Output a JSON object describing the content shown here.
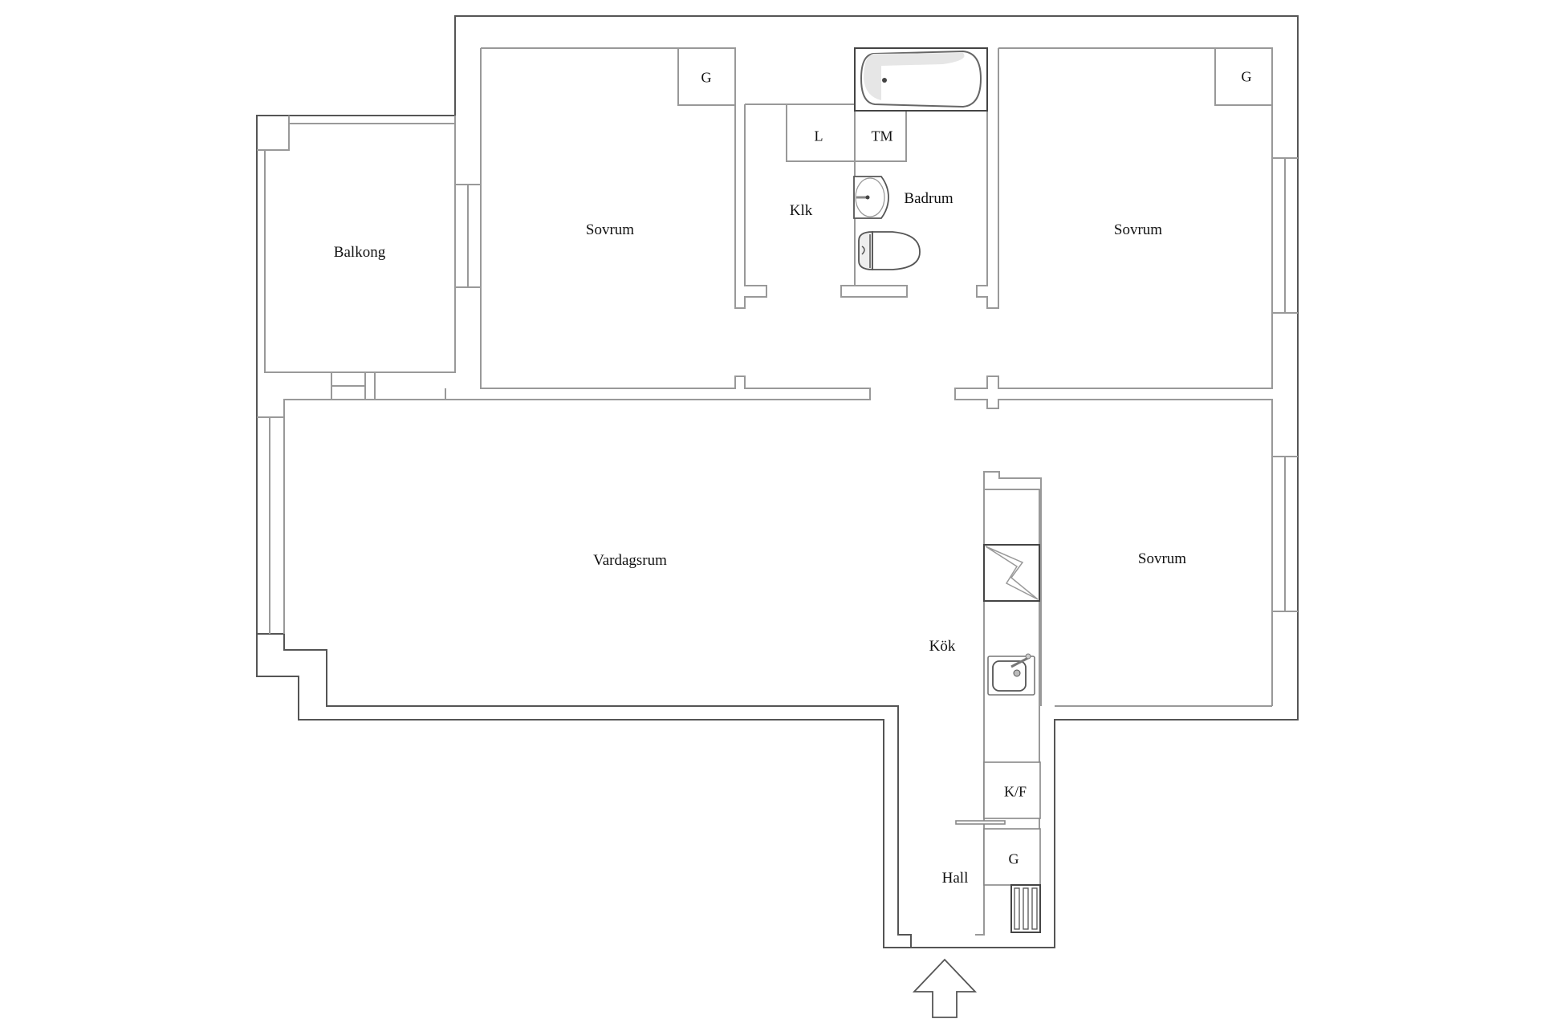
{
  "plan": {
    "entrance_arrow": "entrance-arrow-up",
    "colors": {
      "outer_wall": "#555555",
      "inner_wall": "#999999",
      "text": "#111111",
      "background": "#ffffff"
    },
    "rooms": {
      "balkong": "Balkong",
      "sovrum_left": "Sovrum",
      "klk": "Klk",
      "badrum": "Badrum",
      "sovrum_right_top": "Sovrum",
      "vardagsrum": "Vardagsrum",
      "kok": "Kök",
      "sovrum_right_bottom": "Sovrum",
      "hall": "Hall"
    },
    "fixtures": {
      "g_left": "G",
      "l": "L",
      "tm": "TM",
      "g_right": "G",
      "kf": "K/F",
      "g_hall": "G"
    }
  }
}
